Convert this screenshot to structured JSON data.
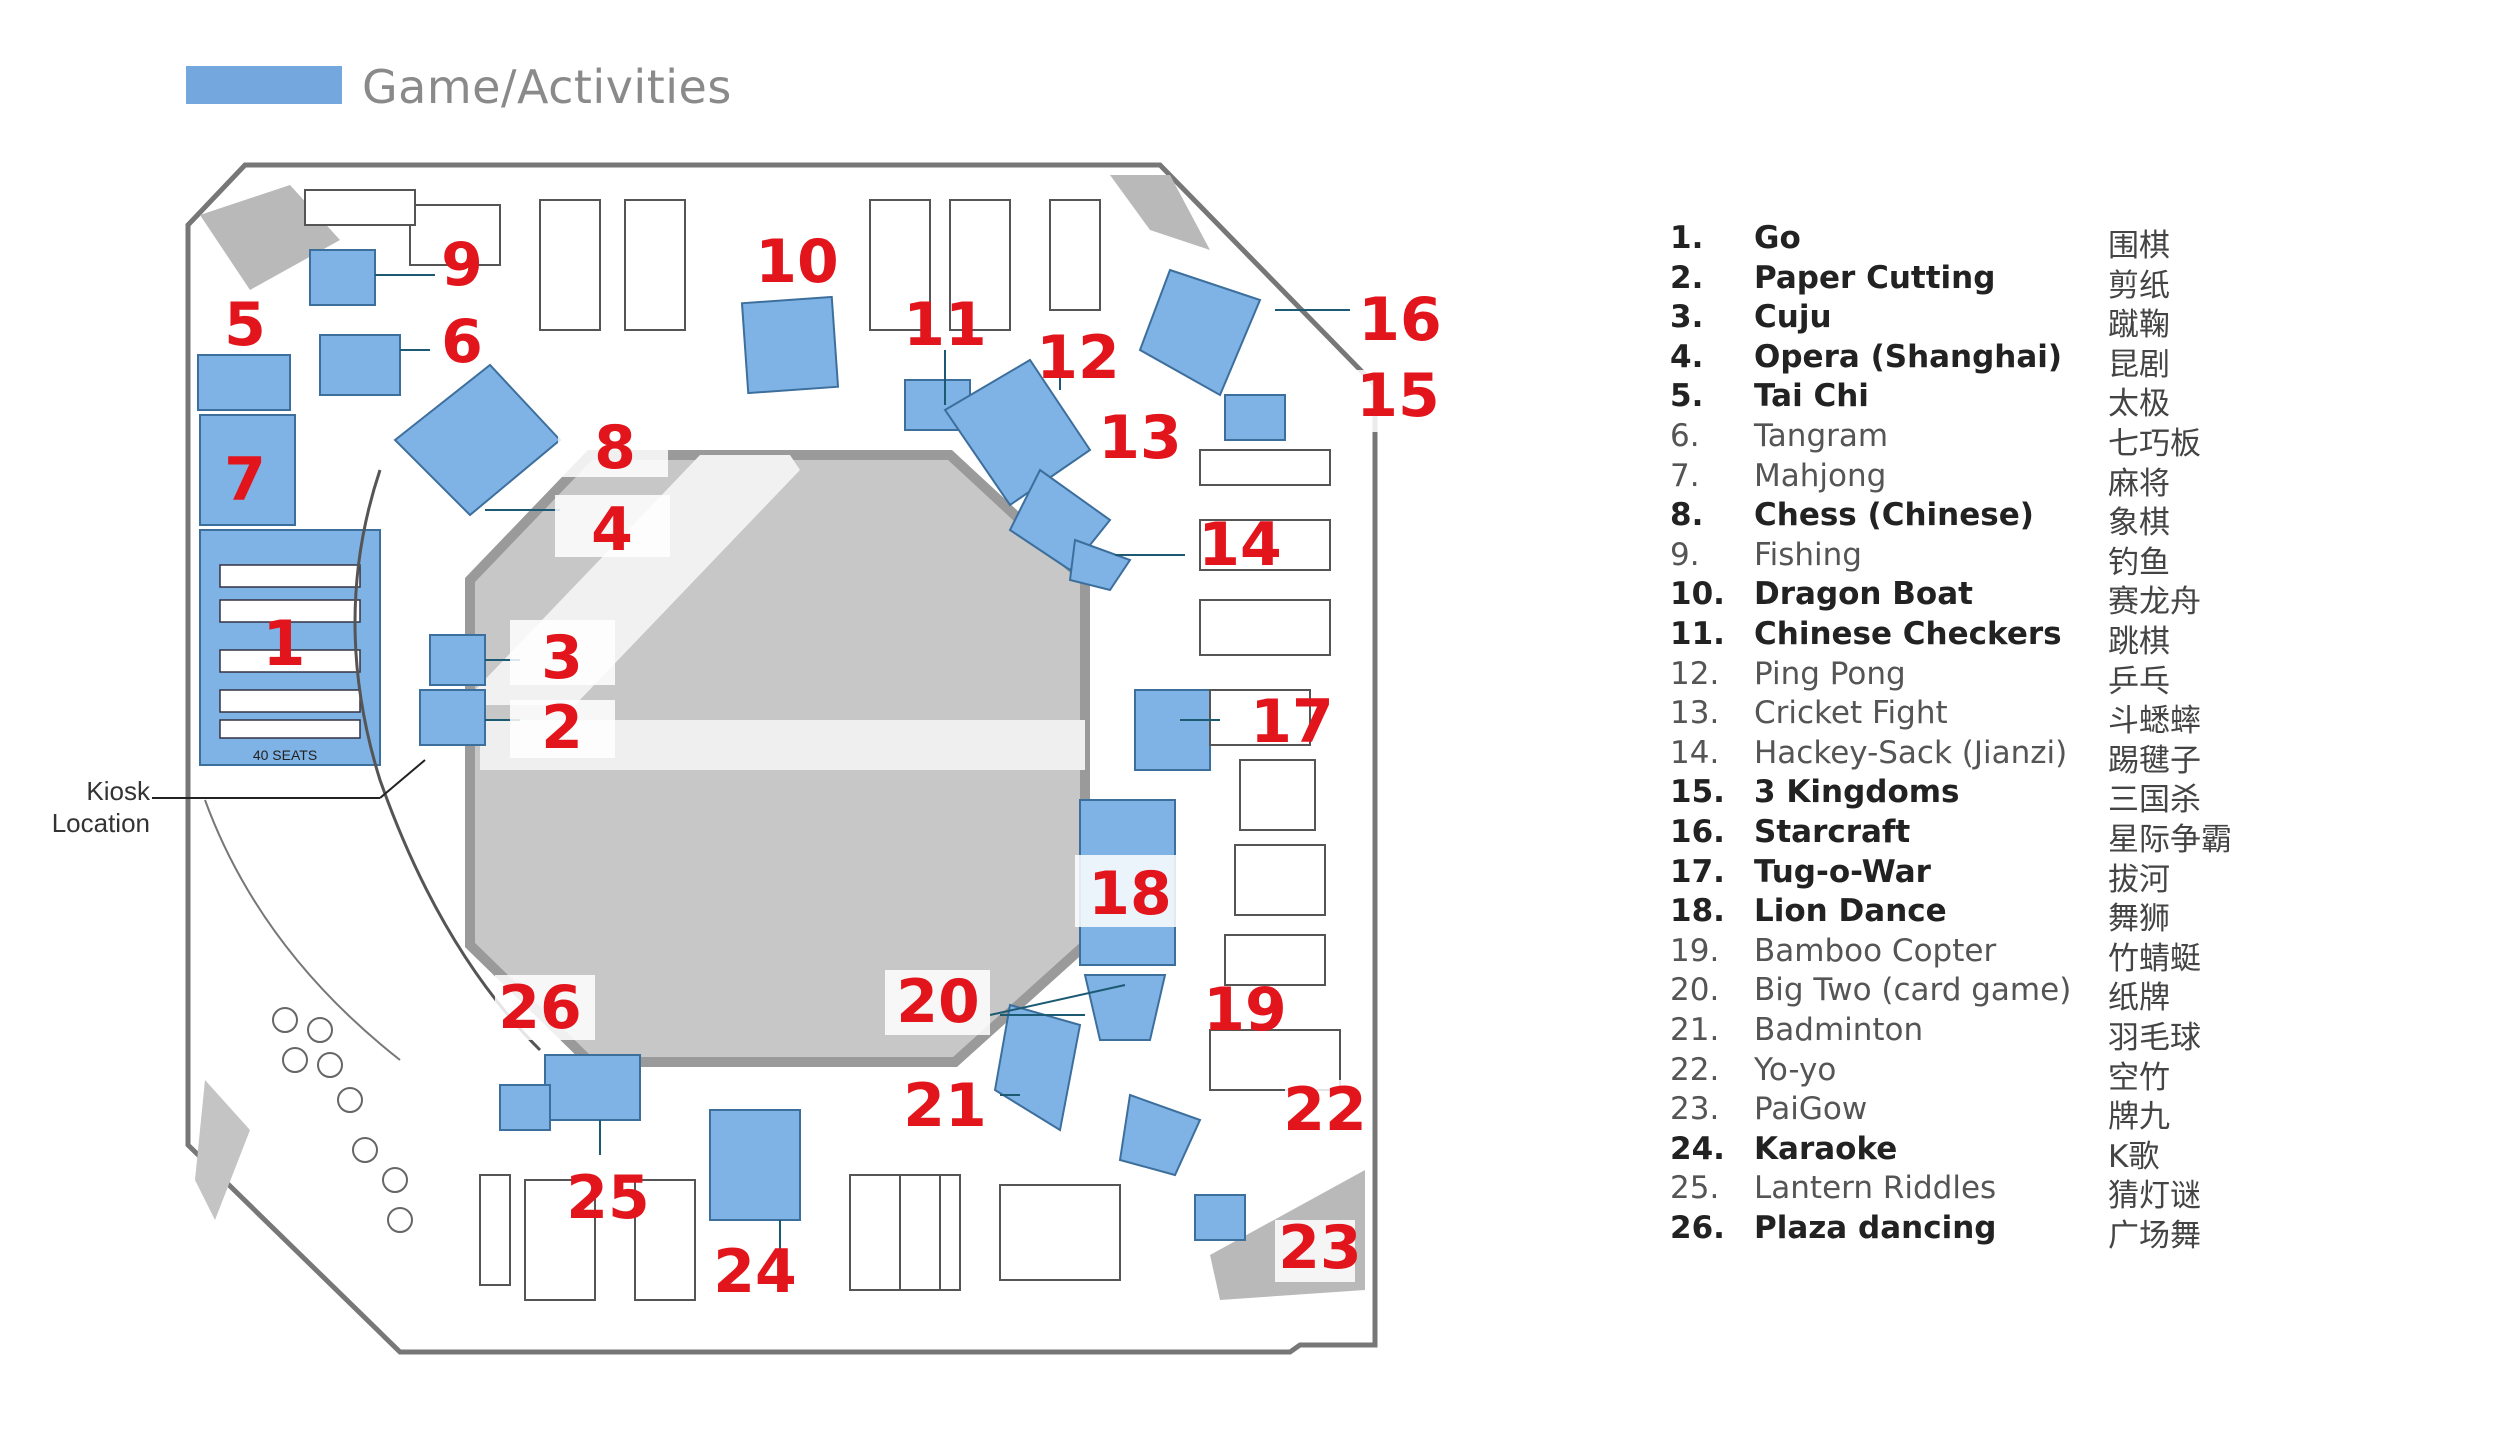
{
  "header": {
    "title": "Game/Activities",
    "accent_color": "#74a7dd"
  },
  "map": {
    "kiosk_label_line1": "Kiosk",
    "kiosk_label_line2": "Location",
    "room_label_40_seats": "40 SEATS",
    "number_color": "#e3151c",
    "meeting_room_color": "#7fb2e5",
    "core_color": "#c8c8c8",
    "markers": [
      {
        "n": "1"
      },
      {
        "n": "2"
      },
      {
        "n": "3"
      },
      {
        "n": "4"
      },
      {
        "n": "5"
      },
      {
        "n": "6"
      },
      {
        "n": "7"
      },
      {
        "n": "8"
      },
      {
        "n": "9"
      },
      {
        "n": "10"
      },
      {
        "n": "11"
      },
      {
        "n": "12"
      },
      {
        "n": "13"
      },
      {
        "n": "14"
      },
      {
        "n": "15"
      },
      {
        "n": "16"
      },
      {
        "n": "17"
      },
      {
        "n": "18"
      },
      {
        "n": "19"
      },
      {
        "n": "20"
      },
      {
        "n": "21"
      },
      {
        "n": "22"
      },
      {
        "n": "23"
      },
      {
        "n": "24"
      },
      {
        "n": "25"
      },
      {
        "n": "26"
      }
    ]
  },
  "legend": [
    {
      "num": "1.",
      "name": "Go",
      "cn": "围棋",
      "bold": true
    },
    {
      "num": "2.",
      "name": "Paper Cutting",
      "cn": "剪纸",
      "bold": true
    },
    {
      "num": "3.",
      "name": "Cuju",
      "cn": "蹴鞠",
      "bold": true
    },
    {
      "num": "4.",
      "name": "Opera (Shanghai)",
      "cn": "昆剧",
      "bold": true
    },
    {
      "num": "5.",
      "name": "Tai Chi",
      "cn": "太极",
      "bold": true
    },
    {
      "num": "6.",
      "name": "Tangram",
      "cn": "七巧板",
      "bold": false
    },
    {
      "num": "7.",
      "name": "Mahjong",
      "cn": "麻将",
      "bold": false
    },
    {
      "num": "8.",
      "name": "Chess (Chinese)",
      "cn": "象棋",
      "bold": true
    },
    {
      "num": "9.",
      "name": "Fishing",
      "cn": "钓鱼",
      "bold": false
    },
    {
      "num": "10.",
      "name": "Dragon Boat",
      "cn": "赛龙舟",
      "bold": true
    },
    {
      "num": "11.",
      "name": "Chinese Checkers",
      "cn": "跳棋",
      "bold": true
    },
    {
      "num": "12.",
      "name": "Ping Pong",
      "cn": "乒乓",
      "bold": false
    },
    {
      "num": "13.",
      "name": "Cricket Fight",
      "cn": "斗蟋蟀",
      "bold": false
    },
    {
      "num": "14.",
      "name": "Hackey-Sack (Jianzi)",
      "cn": "踢毽子",
      "bold": false
    },
    {
      "num": "15.",
      "name": "3 Kingdoms",
      "cn": "三国杀",
      "bold": true
    },
    {
      "num": "16.",
      "name": "Starcraft",
      "cn": "星际争霸",
      "bold": true
    },
    {
      "num": "17.",
      "name": "Tug-o-War",
      "cn": "拔河",
      "bold": true
    },
    {
      "num": "18.",
      "name": "Lion Dance",
      "cn": "舞狮",
      "bold": true
    },
    {
      "num": "19.",
      "name": "Bamboo Copter",
      "cn": "竹蜻蜓",
      "bold": false
    },
    {
      "num": "20.",
      "name": "Big Two (card game)",
      "cn": "纸牌",
      "bold": false
    },
    {
      "num": "21.",
      "name": "Badminton",
      "cn": "羽毛球",
      "bold": false
    },
    {
      "num": "22.",
      "name": "Yo-yo",
      "cn": "空竹",
      "bold": false
    },
    {
      "num": "23.",
      "name": "PaiGow",
      "cn": "牌九",
      "bold": false
    },
    {
      "num": "24.",
      "name": "Karaoke",
      "cn": "K歌",
      "bold": true
    },
    {
      "num": "25.",
      "name": "Lantern Riddles",
      "cn": "猜灯谜",
      "bold": false
    },
    {
      "num": "26.",
      "name": "Plaza dancing",
      "cn": "广场舞",
      "bold": true
    }
  ]
}
